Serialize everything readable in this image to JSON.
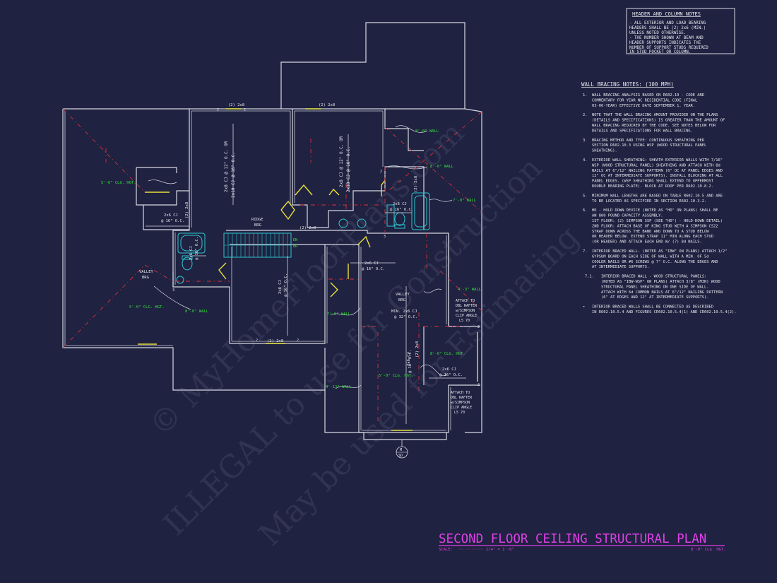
{
  "header_notes": {
    "title": "HEADER AND COLUMN NOTES",
    "lines": [
      "- ALL EXTERIOR AND LOAD BEARING",
      "HEADERS SHALL BE (2) 2x6 (MIN.)",
      "UNLESS NOTED OTHERWISE.",
      "- THE NUMBER SHOWN AT BEAM AND",
      "HEADER SUPPORTS INDICATES THE",
      "NUMBER OF SUPPORT STUDS REQUIRED",
      "IN STUD POCKET OR COLUMN."
    ]
  },
  "bracing_notes": {
    "title": "WALL BRACING NOTES: (100 MPH)",
    "items": [
      {
        "num": "1.",
        "lines": [
          "WALL BRACING ANALYSIS BASED ON R602.10 - CODE AND",
          "COMMENTARY FOR YEAR NC RESIDENTIAL CODE (FINAL",
          "03-06-YEAR) EFFECTIVE DATE SEPTEMBER 1, YEAR."
        ]
      },
      {
        "num": "2.",
        "lines": [
          "NOTE THAT THE WALL BRACING AMOUNT PROVIDED ON THE PLANS",
          "(DETAILS AND SPECIFICATIONS) IS GREATER THAN THE AMOUNT OF",
          "WALL BRACING REQUIRED BY THE CODE. SEE NOTES BELOW FOR",
          "DETAILS AND SPECIFICATIONS FOR WALL BRACING."
        ]
      },
      {
        "num": "3.",
        "lines": [
          "BRACING METHOD AND TYPE: CONTINUOUS SHEATHING PER",
          "SECTION R602.10.3 USING WSP (WOOD STRUCTURAL PANEL",
          "SHEATHING)."
        ]
      },
      {
        "num": "4.",
        "lines": [
          "EXTERIOR WALL SHEATHING: SHEATH EXTERIOR WALLS WITH 7/16\"",
          "WSP (WOOD STRUCTURAL PANEL) SHEATHING AND ATTACH WITH 8d",
          "NAILS AT 6\"/12\" NAILING PATTERN (6\" OC AT PANEL EDGES AND",
          "12\" OC AT INTERMEDIATE SUPPORTS). INSTALL BLOCKING AT ALL",
          "PANEL EDGES. (WSP SHEATHING SHALL EXTEND TO UPPERMOST",
          "DOUBLE BEARING PLATE). BLOCK AT ROOF PER R602.10.8.2."
        ]
      },
      {
        "num": "5.",
        "lines": [
          "MINIMUM WALL LENGTHS ARE BASED ON TABLE R602.10.5 AND ARE",
          "TO BE LOCATED AS SPECIFIED IN SECTION R602.10.3.2."
        ]
      },
      {
        "num": "6.",
        "lines": [
          "HD - HOLD DOWN DEVICE (NOTED AS \"HD\" ON PLANS) SHALL BE",
          "AN 800 POUND CAPACITY ASSEMBLY.",
          "1ST FLOOR: (2) SIMPSON SSP (SEE \"HD\") - HOLD-DOWN DETAIL)",
          "2ND FLOOR: ATTACH BASE OF KING STUD WITH A SIMPSON CS22",
          "STRAP DOWN ACROSS THE BAND AND DOWN TO A STUD BELOW",
          "OR HEADER BELOW. EXTEND STRAP 11\" MIN ALONG EACH STUD",
          "(OR HEADER) AND ATTACH EACH END W/ (7) 8d NAILS."
        ]
      },
      {
        "num": "7.",
        "lines": [
          "INTERIOR BRACED WALL- (NOTED AS \"IBW\" ON PLANS) ATTACH 1/2\"",
          "GYPSUM BOARD ON EACH SIDE OF WALL WITH A MIN. OF 5d",
          "COOLER NAILS OR #6 SCREWS @ 7\" O.C. ALONG THE EDGES AND",
          "AT INTERMEDIATE SUPPORTS."
        ]
      },
      {
        "num": "7.1.",
        "lines": [
          "INTERIOR BRACED WALL - WOOD STRUCTURAL PANELS:",
          "(NOTED AS \"IBW-WSP\" ON PLANS) ATTACH 3/8\" (MIN) WOOD",
          "STRUCTURAL PANEL SHEATHING ON ONE SIDE OF WALL.",
          "ATTACH WITH 6d COMMON NAILS AT 6\"/12\" NAILING PATTERN",
          "(6\" AT EDGES AND 12\" AT INTERMEDIATE SUPPORTS)."
        ]
      },
      {
        "num": "•",
        "lines": [
          "INTERIOR BRACED WALLS SHALL BE CONNECTED AS DESCRIBED",
          "IN R602.10.5.4 AND FIGURES CR602.10.5.4(1) AND CR602.10.5.4(2)."
        ]
      }
    ]
  },
  "plan_labels": {
    "hdr_2x8_a": "(2) 2x8",
    "hdr_2x8_b": "(2) 2x8",
    "hdr_2x8_c": "(2) 2x8",
    "hdr_2x8_d": "(2) 2x8",
    "hdr_2x8_e": "(2) 2x8",
    "hdr_2x8_f": "(2) 2x8",
    "hdr_2x8_g": "(2) 2x8",
    "cj_left_vert": "2x8 CJ @ 12\" O.C. OR",
    "cj_left_vert2": "2x10 CJ @ 16\" O.C.",
    "cj_right_vert": "2x8 CJ @ 12\" O.C. OR",
    "cj_right_vert2": "2x10 CJ @ 16\" O.C.",
    "cj_2x6_a1": "2x6 CJ",
    "cj_2x6_a2": "@ 16\" O.C.",
    "cj_2x6_b1": "2x6 CJ",
    "cj_2x6_b2": "@ 16\" O.C.",
    "cj_2x6_c1": "2x6 CJ",
    "cj_2x6_c2": "@ 16\" O.C.",
    "cj_2x6_d1": "2x6 CJ",
    "cj_2x6_d2": "@ 16\" O.C.",
    "cj_2x6_e1": "2x6 CJ",
    "cj_2x6_e2": "@ 16\" O.C.",
    "cj_2x6_f1": "2x6 CJ",
    "cj_2x6_f2": "@ 16\" O.C.",
    "cj_center_vert1": "2x8 CJ",
    "cj_center_vert2": "@ 16\" O.C.",
    "min_cj1": "MIN. 2x6 CJ",
    "min_cj2": "@ 32\" O.C.",
    "ridge1": "RIDGE",
    "ridge2": "BRG",
    "valley_l1": "VALLEY",
    "valley_l2": "BRG",
    "valley_r1": "VALLEY",
    "valley_r2": "BRG",
    "dn": "DN",
    "br": "BR",
    "clg_5a": "5'-0\" CLG. HGT.",
    "clg_5b": "5'-0\" CLG. HGT.",
    "clg_5c": "5'-0\" CLG. HGT.",
    "clg_8": "8'-0\" CLG. HGT.",
    "wall_a": "8'-0\" WALL",
    "wall_b": "8'-0\" WALL",
    "wall_c": "8'-0\" WALL",
    "wall_d": "7'-0\" WALL",
    "wall_e": "4'-3\" WALL",
    "wall_f": "7'-0\" WALL",
    "wall_g": "4'-11\" WALL",
    "attach1": [
      "ATTACH TO",
      "DBL RAFTER",
      "w/SIMPSON",
      "CLIP ANGLE",
      "L5 70"
    ],
    "attach2": [
      "ATTACH TO",
      "DBL RAFTER",
      "w/SIMPSON",
      "CLIP ANGLE",
      "L5 70"
    ],
    "stud_2": "2",
    "stud_3": "3",
    "marker_top": "M",
    "marker_bot": "SD"
  },
  "title_block": {
    "title": "SECOND FLOOR CEILING STRUCTURAL PLAN",
    "scale_label": "SCALE:",
    "scale_value": "1/4\" = 1'-0\"",
    "right_note": "8'-0\" CLG. HGT."
  },
  "watermark": {
    "line1": "© MyHomeFloorPlans.com",
    "line2": "ILLEGAL to use for Construction",
    "line3": "May be used for Estimating"
  },
  "colors": {
    "background": "#1f2240",
    "wall": "#d7d9e3",
    "bearing": "#d8323c",
    "header": "#e8e23a",
    "note": "#35e03c",
    "title": "#e040e8"
  }
}
